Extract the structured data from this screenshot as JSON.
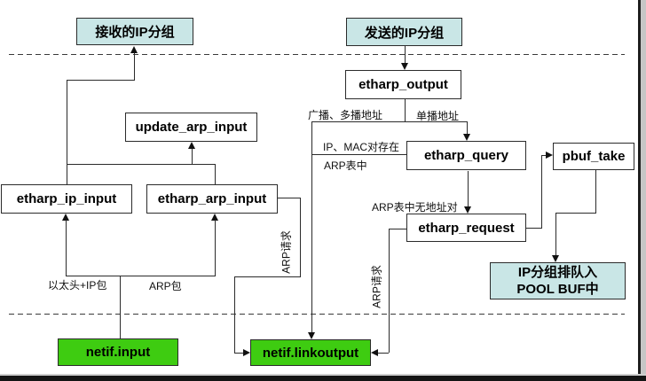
{
  "diagram": {
    "boxes": {
      "received_ip": "接收的IP分组",
      "sent_ip": "发送的IP分组",
      "etharp_output": "etharp_output",
      "update_arp_input": "update_arp_input",
      "etharp_ip_input": "etharp_ip_input",
      "etharp_arp_input": "etharp_arp_input",
      "etharp_query": "etharp_query",
      "pbuf_take": "pbuf_take",
      "etharp_request": "etharp_request",
      "netif_input": "netif.input",
      "netif_linkoutput": "netif.linkoutput",
      "queue_line1": "IP分组排队入",
      "queue_line2": "POOL BUF中"
    },
    "labels": {
      "broadcast_multicast": "广播、多播地址",
      "unicast": "单播地址",
      "pair_exists_line1": "IP、MAC对存在",
      "pair_exists_line2": "ARP表中",
      "no_pair": "ARP表中无地址对",
      "eth_header_ip": "以太头+IP包",
      "arp_packet": "ARP包",
      "arp_request_left": "ARP请求",
      "arp_request_right": "ARP请求"
    },
    "colors": {
      "cyan_box": "#c9e6e6",
      "green_box": "#3ecc11"
    }
  }
}
